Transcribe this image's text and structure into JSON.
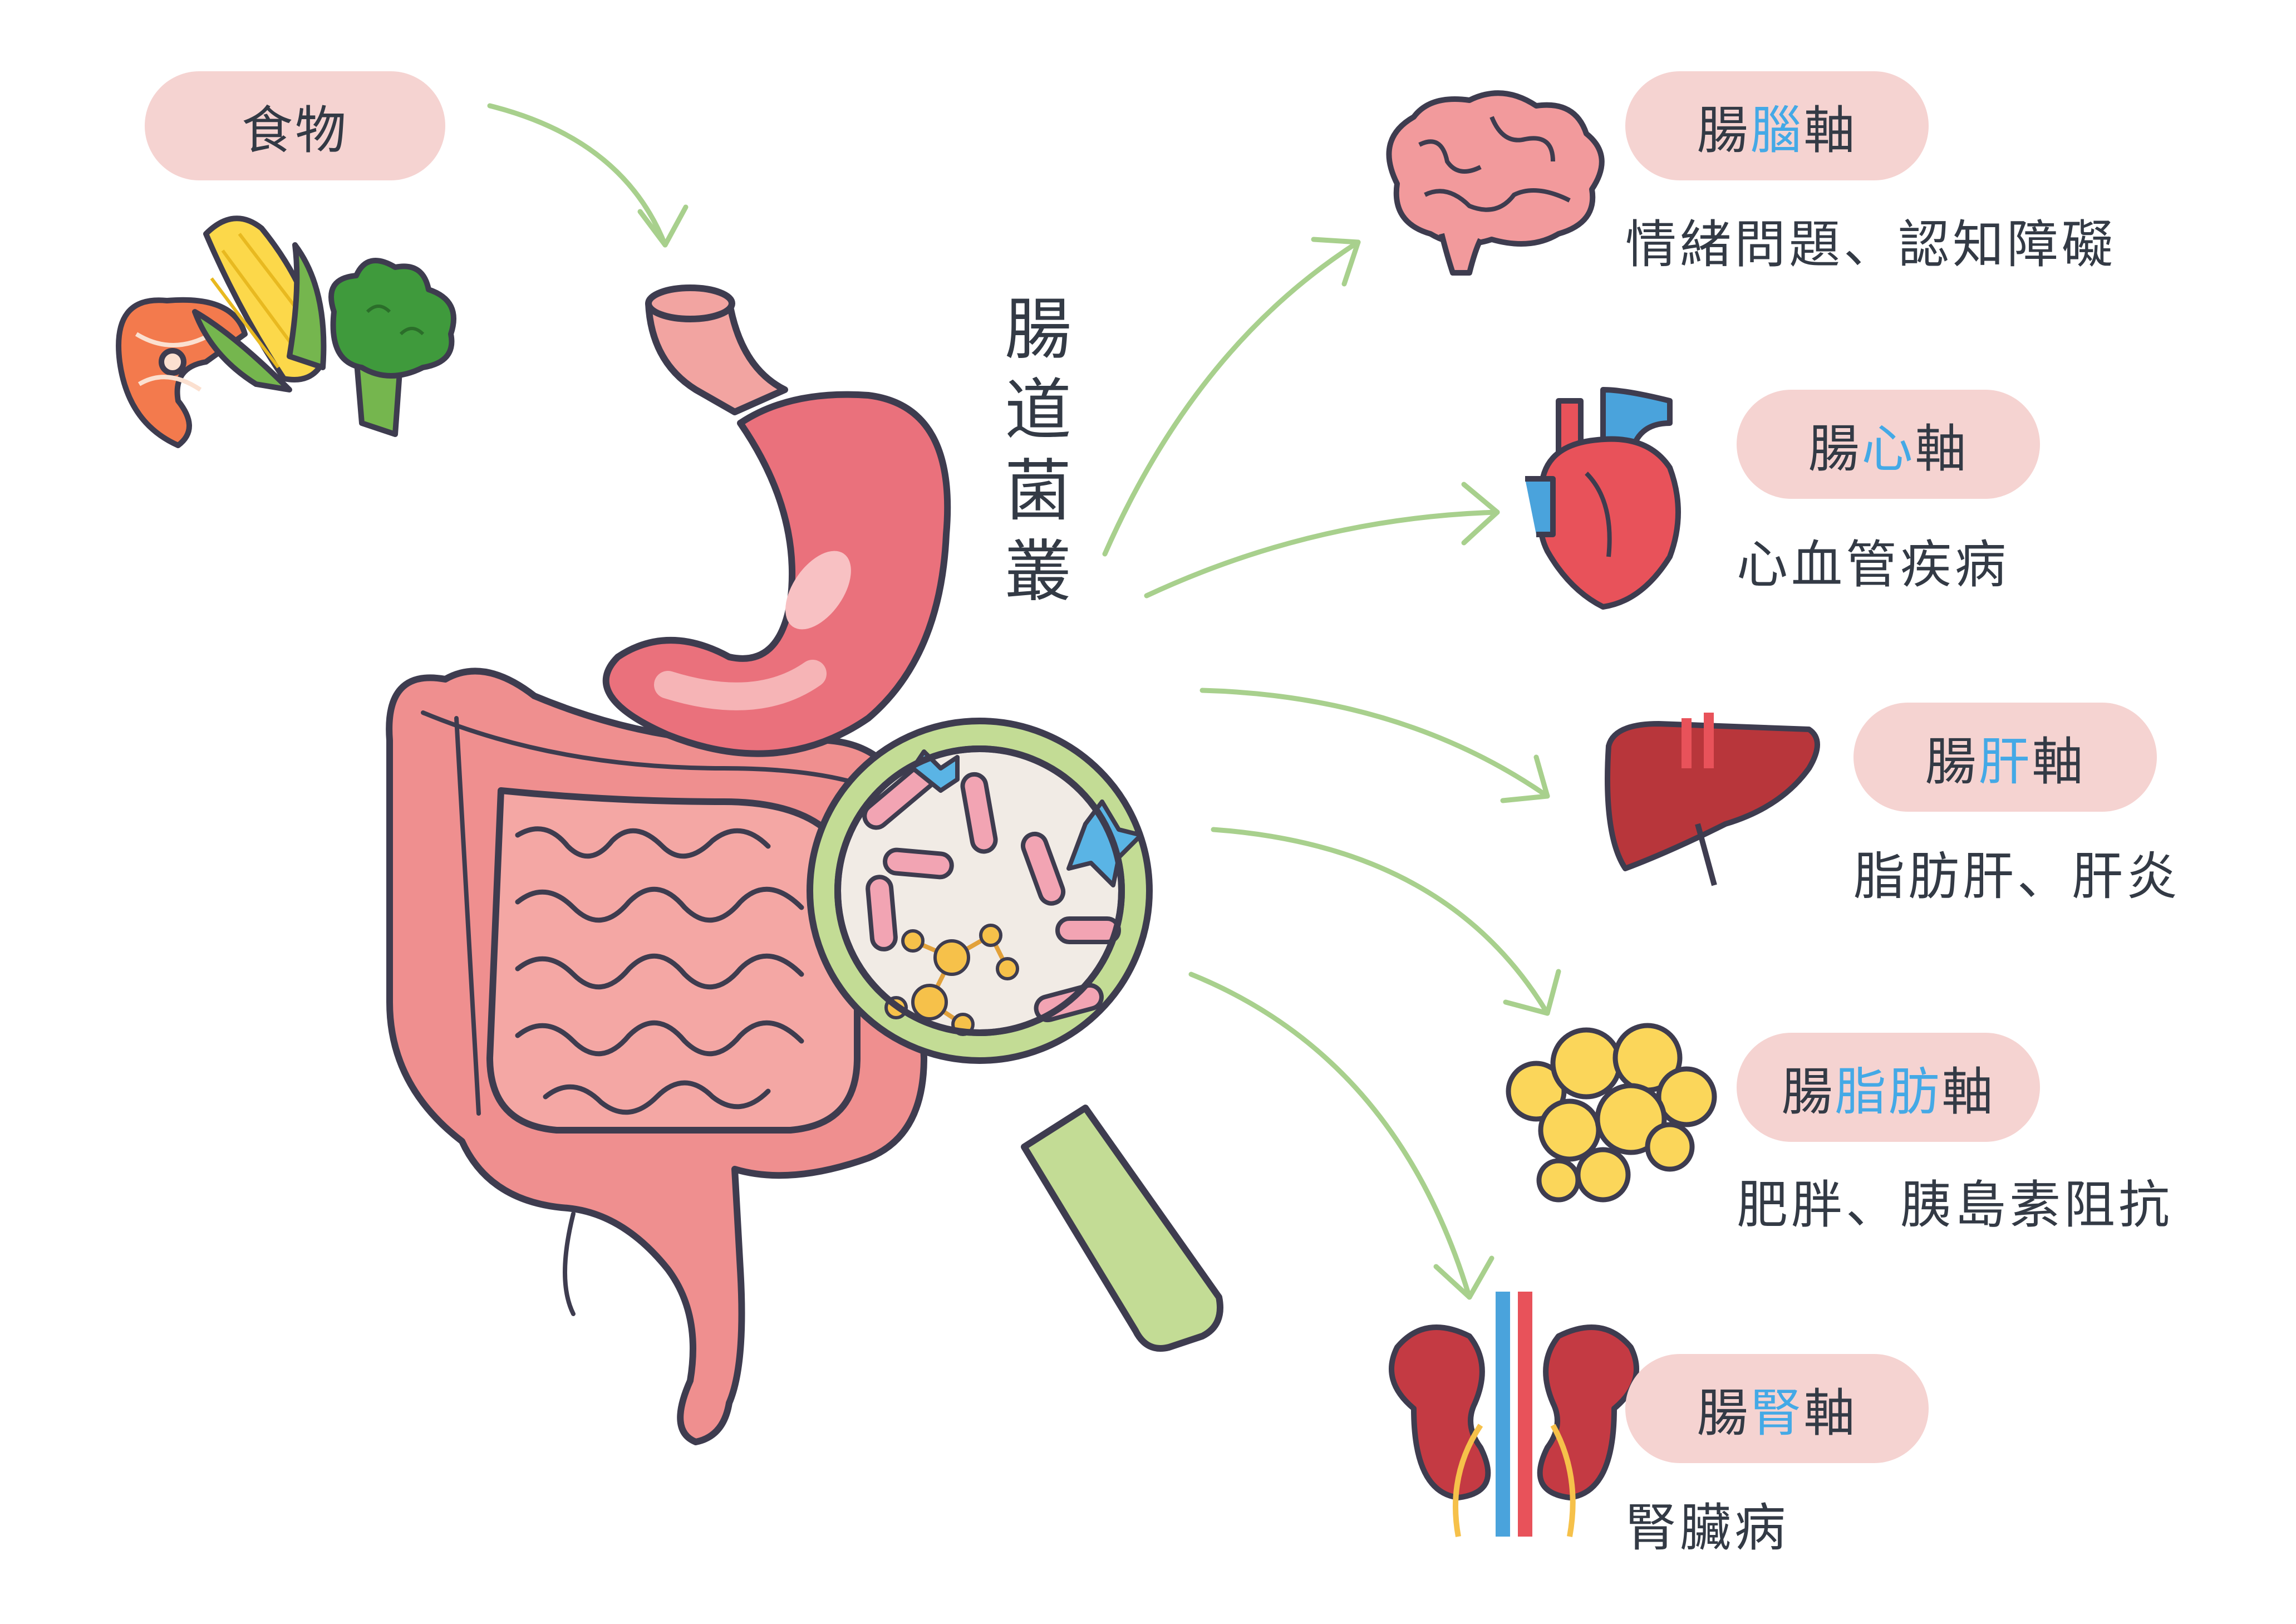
{
  "food_label": "食物",
  "center_title": [
    "腸",
    "道",
    "菌",
    "叢"
  ],
  "axes": [
    {
      "icon": "brain",
      "prefix": "腸",
      "highlight": "腦",
      "suffix": "軸",
      "desc": "情緒問題、認知障礙"
    },
    {
      "icon": "heart",
      "prefix": "腸",
      "highlight": "心",
      "suffix": "軸",
      "desc": "心血管疾病"
    },
    {
      "icon": "liver",
      "prefix": "腸",
      "highlight": "肝",
      "suffix": "軸",
      "desc": "脂肪肝、肝炎"
    },
    {
      "icon": "fat-cells",
      "prefix": "腸",
      "highlight": "脂肪",
      "suffix": "軸",
      "desc": "肥胖、胰島素阻抗"
    },
    {
      "icon": "kidney",
      "prefix": "腸",
      "highlight": "腎",
      "suffix": "軸",
      "desc": "腎臟病"
    }
  ],
  "colors": {
    "pill_bg": "#f5d3d1",
    "highlight": "#44a9e6",
    "text": "#333a45",
    "arrow": "#a8d08d",
    "organ_pink": "#ef8f8f",
    "outline": "#3e3c4f"
  }
}
